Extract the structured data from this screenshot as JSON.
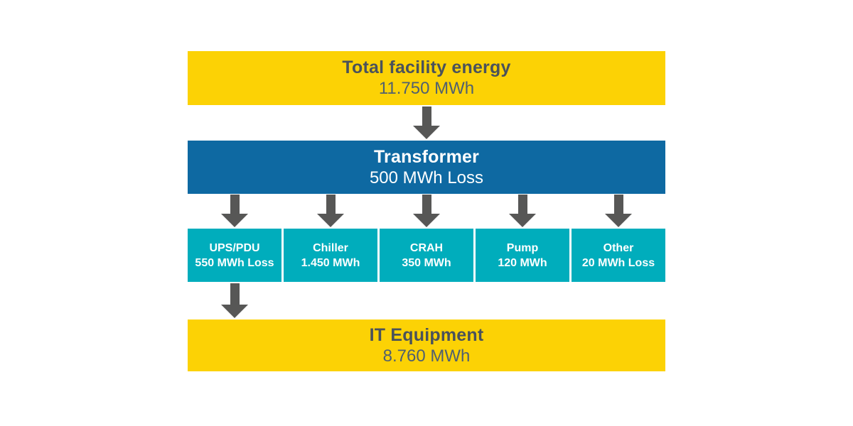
{
  "diagram": {
    "total": {
      "title": "Total facility energy",
      "value": "11.750 MWh"
    },
    "transformer": {
      "title": "Transformer",
      "value": "500 MWh Loss"
    },
    "components": [
      {
        "title": "UPS/PDU",
        "value": "550 MWh Loss"
      },
      {
        "title": "Chiller",
        "value": "1.450 MWh"
      },
      {
        "title": "CRAH",
        "value": "350 MWh"
      },
      {
        "title": "Pump",
        "value": "120 MWh"
      },
      {
        "title": "Other",
        "value": "20 MWh Loss"
      }
    ],
    "it_equipment": {
      "title": "IT Equipment",
      "value": "8.760 MWh"
    },
    "icons": {
      "down_arrow": "▼"
    },
    "colors": {
      "yellow": "#FCD205",
      "blue": "#0E69A2",
      "teal": "#00ADBC",
      "arrow_gray": "#575756",
      "dark_text": "#4A525B",
      "dark_value_text": "#506070",
      "white_text": "#FFFFFF"
    }
  }
}
